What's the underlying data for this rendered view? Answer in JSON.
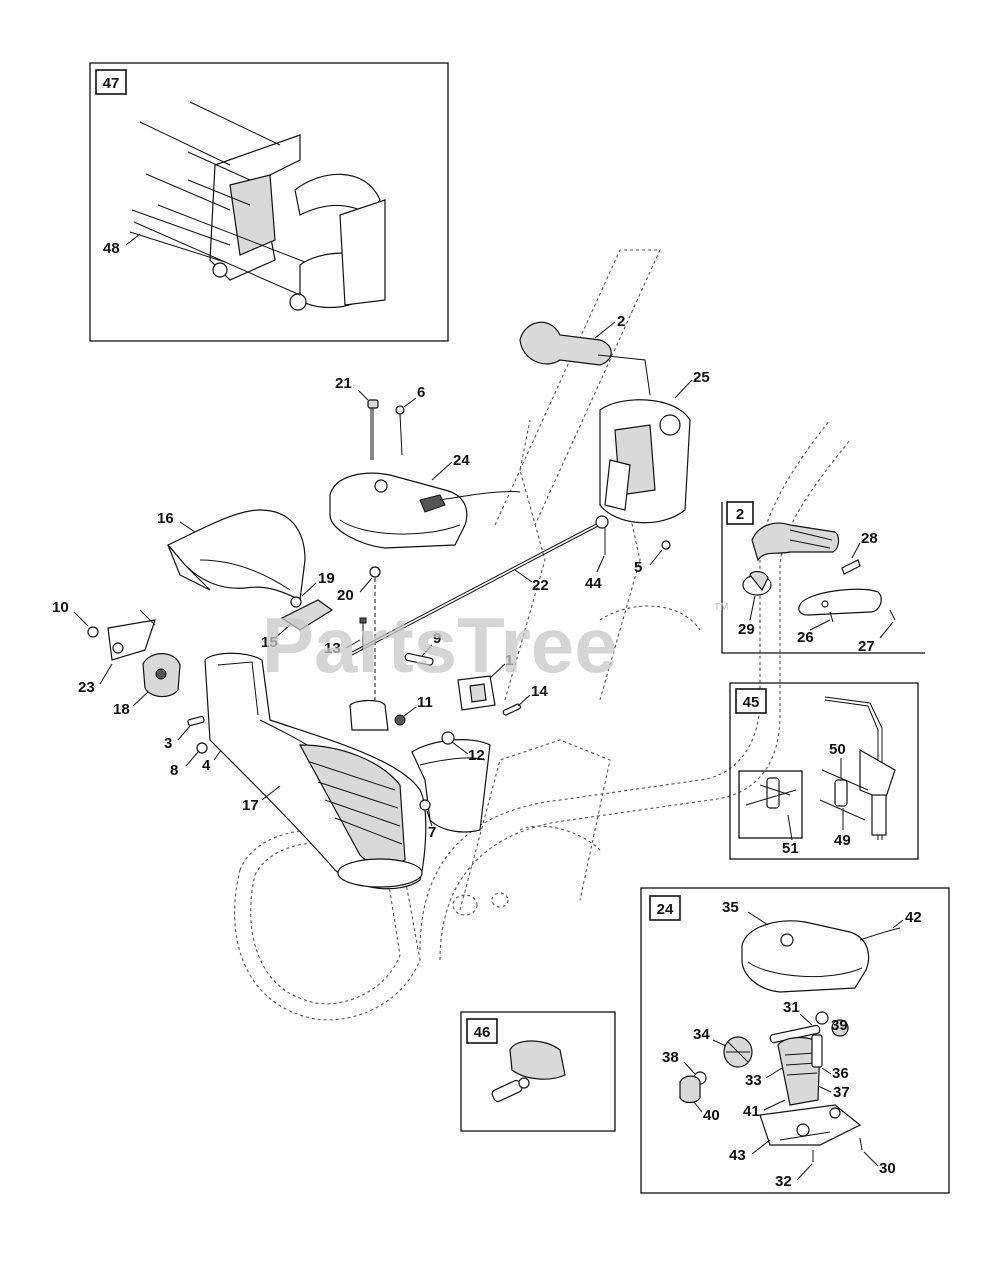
{
  "watermark": {
    "text": "PartsTree",
    "trademark": "TM"
  },
  "insets": {
    "inset_47": {
      "tag": "47",
      "labels": [
        "48"
      ]
    },
    "inset_2": {
      "tag": "2",
      "labels": [
        "28",
        "29",
        "26",
        "27"
      ]
    },
    "inset_45": {
      "tag": "45",
      "labels": [
        "50",
        "51",
        "49"
      ]
    },
    "inset_46": {
      "tag": "46",
      "labels": []
    },
    "inset_24": {
      "tag": "24",
      "labels": [
        "35",
        "42",
        "31",
        "39",
        "34",
        "38",
        "33",
        "36",
        "37",
        "41",
        "40",
        "43",
        "32",
        "30"
      ]
    }
  },
  "main_labels": [
    "2",
    "25",
    "21",
    "6",
    "24",
    "16",
    "19",
    "20",
    "22",
    "44",
    "5",
    "10",
    "15",
    "13",
    "9",
    "1",
    "23",
    "18",
    "11",
    "14",
    "3",
    "8",
    "4",
    "12",
    "17",
    "7"
  ]
}
